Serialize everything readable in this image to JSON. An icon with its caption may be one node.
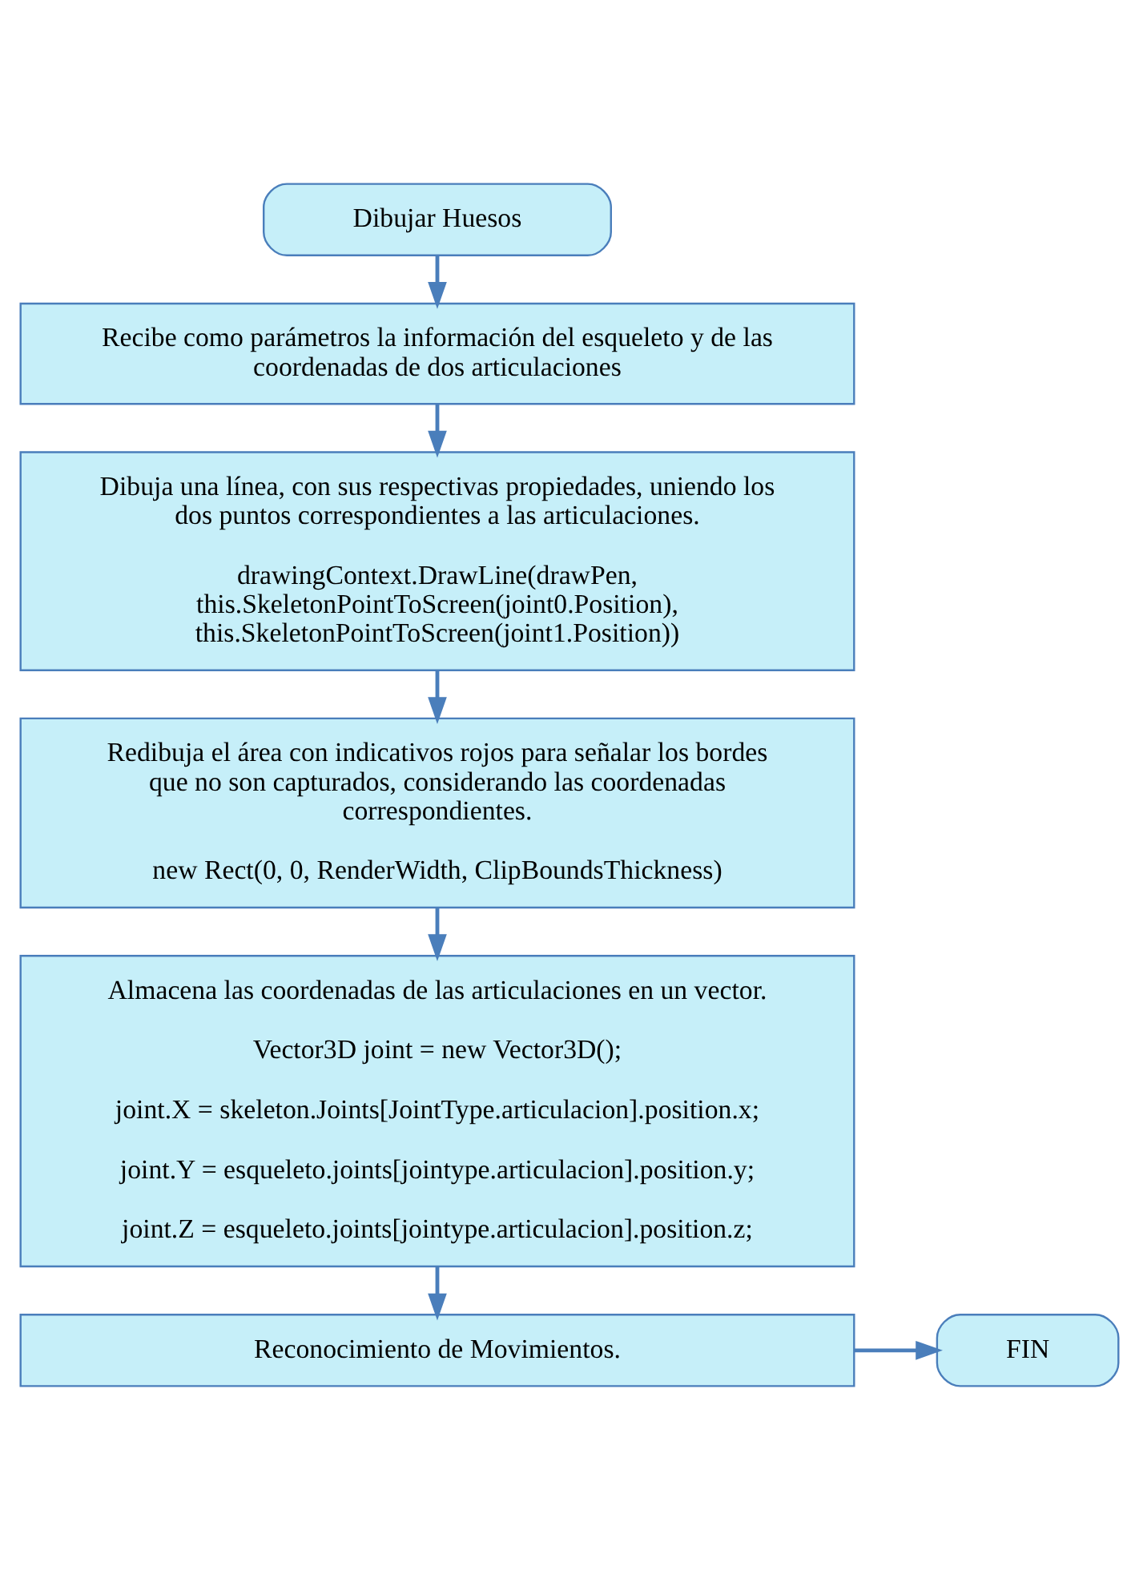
{
  "diagram": {
    "nodes": [
      {
        "text": [
          "Dibujar Huesos"
        ]
      },
      {
        "text": [
          "Recibe como parámetros la información del esqueleto y de las coordenadas de dos articulaciones"
        ]
      },
      {
        "text": [
          "Dibuja una línea, con sus respectivas propiedades, uniendo los dos puntos correspondientes a las articulaciones.",
          "drawingContext.DrawLine(drawPen, this.SkeletonPointToScreen(joint0.Position), this.SkeletonPointToScreen(joint1.Position))"
        ]
      },
      {
        "text": [
          "Redibuja el área con indicativos rojos para señalar los bordes que no son capturados, considerando las coordenadas correspondientes.",
          "new Rect(0, 0, RenderWidth, ClipBoundsThickness)"
        ]
      },
      {
        "text": [
          "Almacena las coordenadas de las articulaciones en un vector.",
          "Vector3D joint = new Vector3D();",
          "joint.X = skeleton.Joints[JointType.articulacion].position.x;",
          "joint.Y = esqueleto.joints[jointype.articulacion].position.y;",
          "joint.Z = esqueleto.joints[jointype.articulacion].position.z;"
        ]
      },
      {
        "text": [
          "Reconocimiento de Movimientos."
        ]
      },
      {
        "text": [
          "FIN"
        ]
      }
    ],
    "edges": [
      {
        "from": 0,
        "to": 1,
        "arrow": "to"
      },
      {
        "from": 1,
        "to": 2,
        "arrow": "to"
      },
      {
        "from": 2,
        "to": 3,
        "arrow": "to"
      },
      {
        "from": 3,
        "to": 4,
        "arrow": "to"
      },
      {
        "from": 4,
        "to": 5,
        "arrow": "to"
      },
      {
        "from": 5,
        "to": 6,
        "arrow": "to"
      }
    ]
  }
}
